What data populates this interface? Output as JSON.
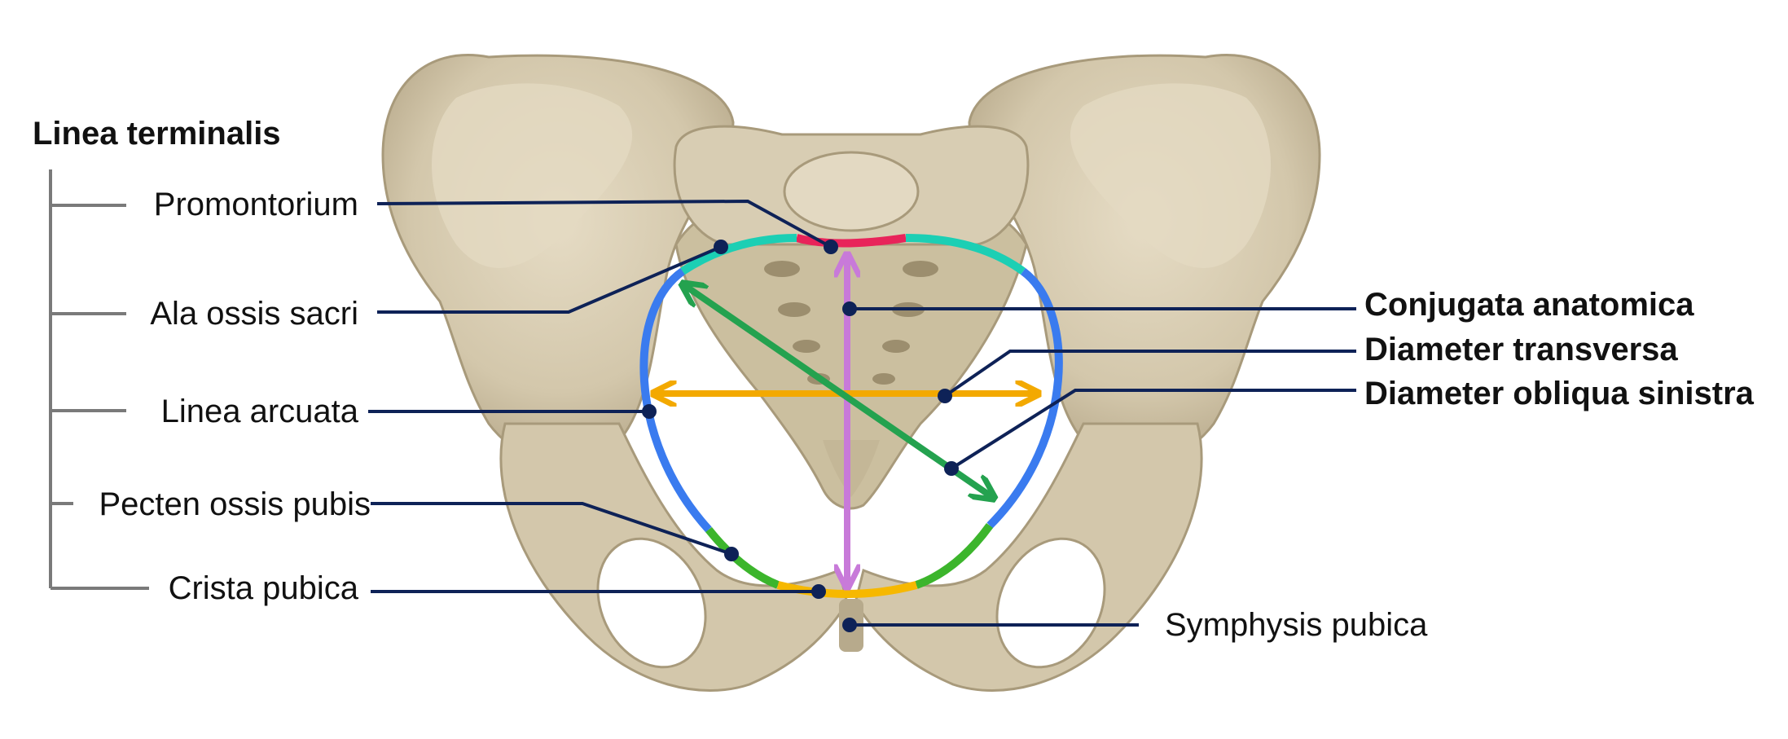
{
  "group_title": "Linea terminalis",
  "left_labels": {
    "promontorium": "Promontorium",
    "ala": "Ala ossis sacri",
    "arcuata": "Linea arcuata",
    "pecten": "Pecten ossis pubis",
    "crista": "Crista pubica"
  },
  "right_labels": {
    "conjugata": "Conjugata anatomica",
    "transversa": "Diameter transversa",
    "obliqua": "Diameter obliqua sinistra",
    "symphysis": "Symphysis pubica"
  },
  "colors": {
    "bone": "#d9cfb8",
    "bone_dark": "#b7aa8c",
    "promontorium": "#e8245a",
    "ala": "#1ccfb4",
    "arcuata": "#3a7bef",
    "pecten": "#3cb52c",
    "crista": "#f6b800",
    "conjugata_arrow": "#c87ad9",
    "transversa_arrow": "#f3a900",
    "obliqua_arrow": "#24a24f",
    "leader": "#0e2257",
    "bracket": "#7a7a7a"
  }
}
